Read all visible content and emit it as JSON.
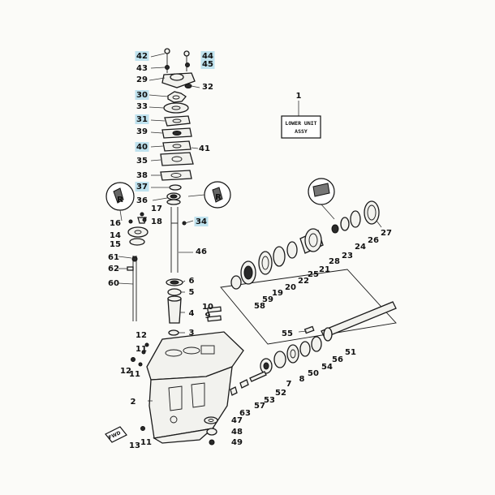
{
  "assembly_box": {
    "number": "1",
    "line1": "LOWER UNIT",
    "line2": "ASSY"
  },
  "fwd_label": "FWD",
  "callouts": [
    {
      "n": "42",
      "h": true
    },
    {
      "n": "44",
      "h": true
    },
    {
      "n": "43",
      "h": false
    },
    {
      "n": "45",
      "h": true
    },
    {
      "n": "29",
      "h": false
    },
    {
      "n": "32",
      "h": false
    },
    {
      "n": "30",
      "h": true
    },
    {
      "n": "33",
      "h": false
    },
    {
      "n": "31",
      "h": true
    },
    {
      "n": "39",
      "h": false
    },
    {
      "n": "40",
      "h": true
    },
    {
      "n": "41",
      "h": false
    },
    {
      "n": "35",
      "h": false
    },
    {
      "n": "38",
      "h": false
    },
    {
      "n": "37",
      "h": true
    },
    {
      "n": "36",
      "h": false
    },
    {
      "n": "17",
      "h": false
    },
    {
      "n": "18",
      "h": false
    },
    {
      "n": "34",
      "h": true
    },
    {
      "n": "16",
      "h": false
    },
    {
      "n": "14",
      "h": false
    },
    {
      "n": "15",
      "h": false
    },
    {
      "n": "46",
      "h": false
    },
    {
      "n": "61",
      "h": false
    },
    {
      "n": "62",
      "h": false
    },
    {
      "n": "60",
      "h": false
    },
    {
      "n": "6",
      "h": false
    },
    {
      "n": "5",
      "h": false
    },
    {
      "n": "4",
      "h": false
    },
    {
      "n": "10",
      "h": false
    },
    {
      "n": "9",
      "h": false
    },
    {
      "n": "3",
      "h": false
    },
    {
      "n": "12",
      "h": false
    },
    {
      "n": "11",
      "h": false
    },
    {
      "n": "12",
      "h": false
    },
    {
      "n": "11",
      "h": false
    },
    {
      "n": "2",
      "h": false
    },
    {
      "n": "13",
      "h": false
    },
    {
      "n": "11",
      "h": false
    },
    {
      "n": "27",
      "h": false
    },
    {
      "n": "26",
      "h": false
    },
    {
      "n": "24",
      "h": false
    },
    {
      "n": "23",
      "h": false
    },
    {
      "n": "28",
      "h": false
    },
    {
      "n": "21",
      "h": false
    },
    {
      "n": "25",
      "h": false
    },
    {
      "n": "22",
      "h": false
    },
    {
      "n": "20",
      "h": false
    },
    {
      "n": "19",
      "h": false
    },
    {
      "n": "59",
      "h": false
    },
    {
      "n": "58",
      "h": false
    },
    {
      "n": "55",
      "h": false
    },
    {
      "n": "51",
      "h": false
    },
    {
      "n": "56",
      "h": false
    },
    {
      "n": "54",
      "h": false
    },
    {
      "n": "50",
      "h": false
    },
    {
      "n": "8",
      "h": false
    },
    {
      "n": "7",
      "h": false
    },
    {
      "n": "52",
      "h": false
    },
    {
      "n": "53",
      "h": false
    },
    {
      "n": "57",
      "h": false
    },
    {
      "n": "63",
      "h": false
    },
    {
      "n": "47",
      "h": false
    },
    {
      "n": "48",
      "h": false
    },
    {
      "n": "49",
      "h": false
    }
  ]
}
